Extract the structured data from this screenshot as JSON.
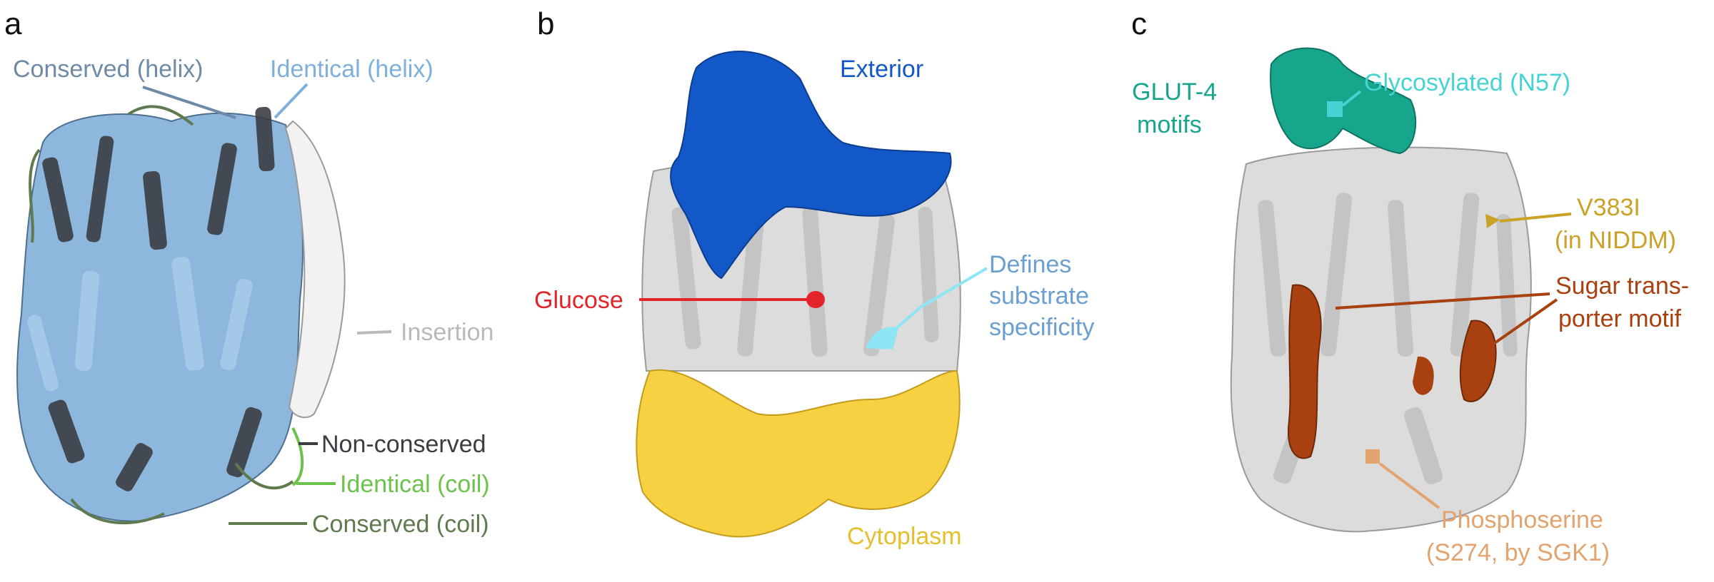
{
  "panels": {
    "a": {
      "letter": "a",
      "labels": {
        "conserved_helix": "Conserved (helix)",
        "identical_helix": "Identical (helix)",
        "insertion": "Insertion",
        "non_conserved": "Non-conserved",
        "identical_coil": "Identical (coil)",
        "conserved_coil": "Conserved (coil)"
      }
    },
    "b": {
      "letter": "b",
      "labels": {
        "exterior": "Exterior",
        "glucose": "Glucose",
        "defines_1": "Defines",
        "defines_2": "substrate",
        "defines_3": "specificity",
        "cytoplasm": "Cytoplasm"
      }
    },
    "c": {
      "letter": "c",
      "labels": {
        "glut4_1": "GLUT-4",
        "glut4_2": "motifs",
        "glycosylated": "Glycosylated (N57)",
        "v383i_1": "V383I",
        "v383i_2": "(in NIDDM)",
        "sugar_1": "Sugar trans-",
        "sugar_2": "porter motif",
        "phospho_1": "Phosphoserine",
        "phospho_2": "(S274, by SGK1)"
      }
    }
  },
  "colors": {
    "conserved_helix": "#6f8aa6",
    "identical_helix": "#7fb0dc",
    "helix_blue": "#8db7dd",
    "insertion": "#b9b9b9",
    "non_conserved": "#3a3d42",
    "identical_coil": "#6cc24a",
    "conserved_coil": "#5f7a4e",
    "exterior": "#1358c9",
    "glucose": "#e3242b",
    "defines": "#6a9fd0",
    "specificity_highlight": "#8ee6f5",
    "cytoplasm": "#e5bf2e",
    "cytoplasm_fill": "#f7d142",
    "glut4": "#17a58c",
    "glycosylated": "#45d3d3",
    "v383i": "#c9a227",
    "sugar": "#a8410f",
    "phospho": "#e3a36f",
    "gray_ribbon": "#d9d9d9"
  }
}
